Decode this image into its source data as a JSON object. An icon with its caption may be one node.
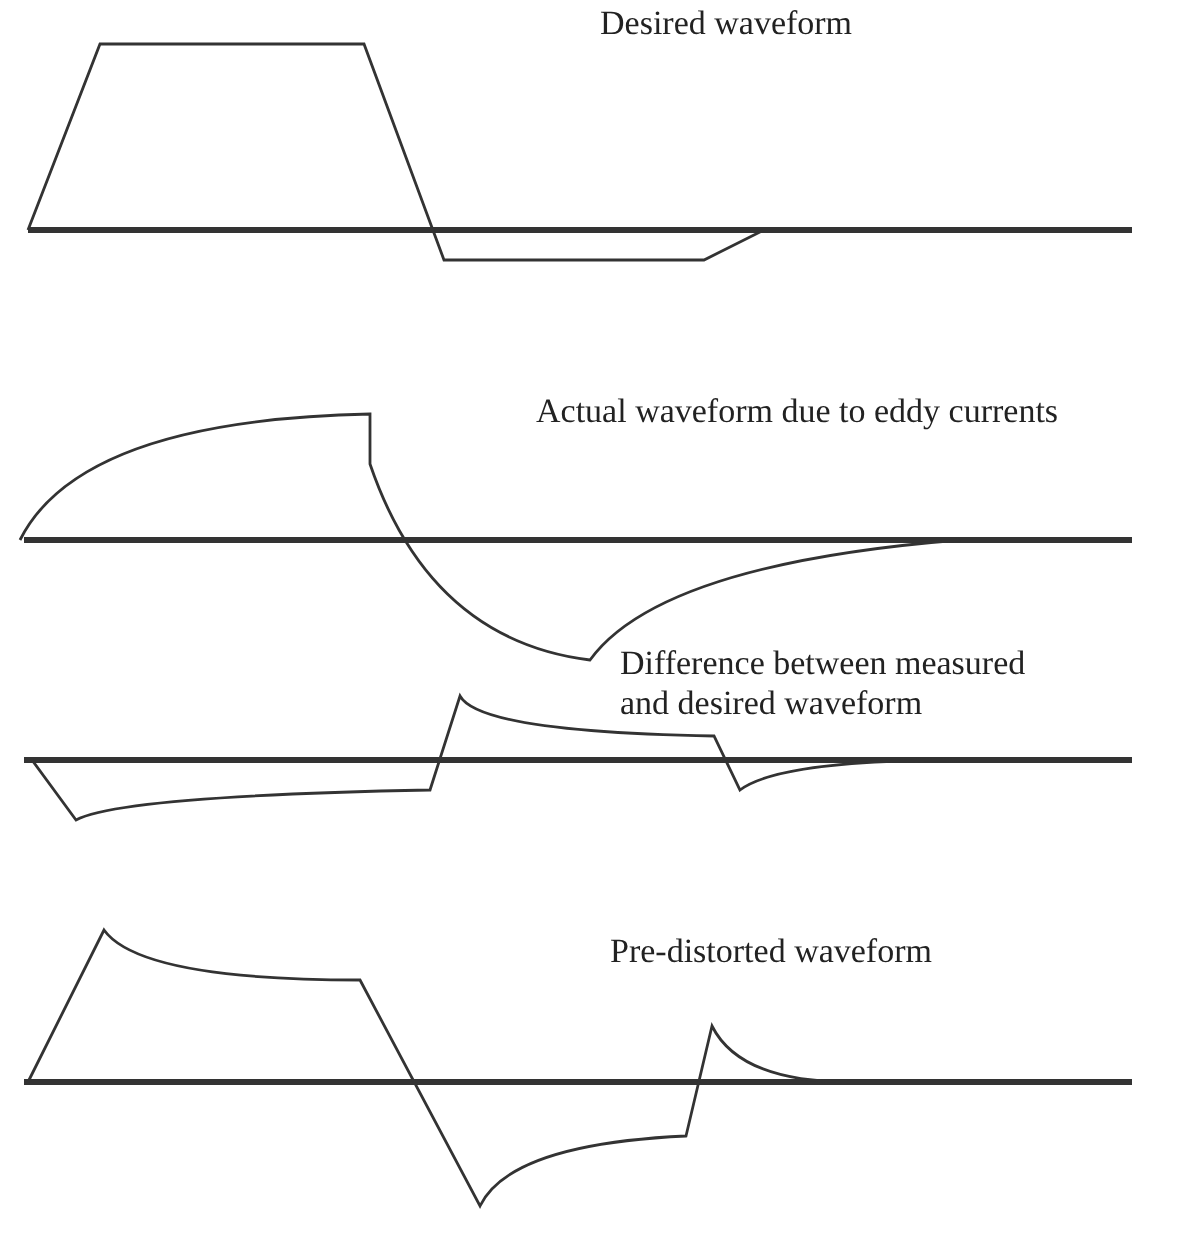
{
  "diagram": {
    "labels": [
      "Desired waveform",
      "Actual waveform due to eddy currents",
      "Difference between measured and desired waveform",
      "Pre-distorted waveform"
    ]
  }
}
